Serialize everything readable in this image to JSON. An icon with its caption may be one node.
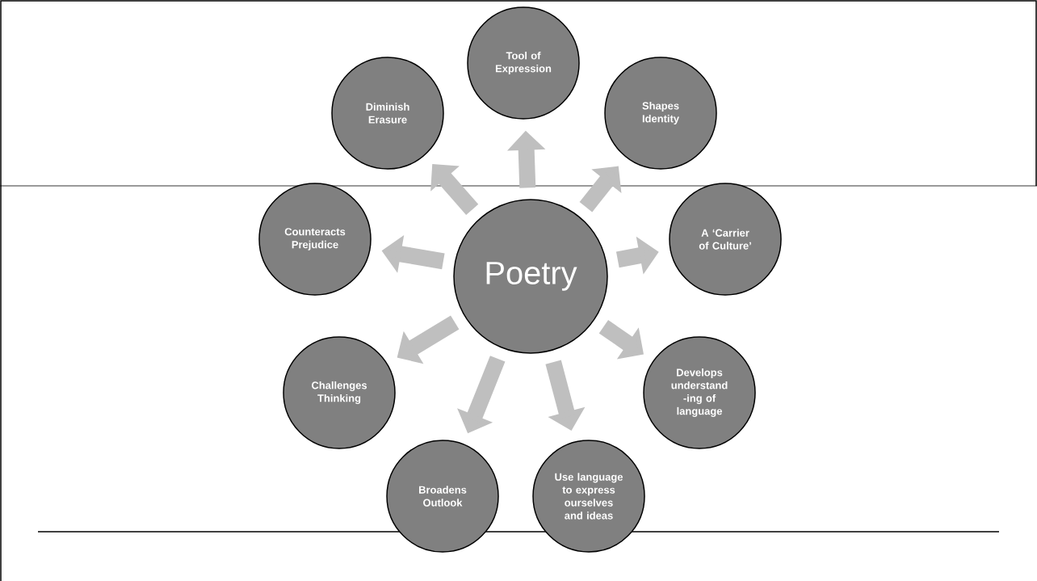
{
  "diagram": {
    "nodes": [
      {
        "text": [
          "Poetry"
        ]
      },
      {
        "text": [
          "Tool of Expression"
        ]
      },
      {
        "text": [
          "Shapes Identity"
        ]
      },
      {
        "text": [
          "A ‘Carrier of Culture’"
        ]
      },
      {
        "text": [
          "Develops understand -ing of language"
        ]
      },
      {
        "text": [
          "Use language to express ourselves and ideas"
        ]
      },
      {
        "text": [
          "Broadens Outlook"
        ]
      },
      {
        "text": [
          "Challenges Thinking"
        ]
      },
      {
        "text": [
          "Counteracts Prejudice"
        ]
      },
      {
        "text": [
          "Diminish Erasure"
        ]
      }
    ],
    "edges": [
      {
        "from": 0,
        "to": 1,
        "arrow": "to"
      },
      {
        "from": 0,
        "to": 2,
        "arrow": "to"
      },
      {
        "from": 0,
        "to": 3,
        "arrow": "to"
      },
      {
        "from": 0,
        "to": 4,
        "arrow": "to"
      },
      {
        "from": 0,
        "to": 5,
        "arrow": "to"
      },
      {
        "from": 0,
        "to": 6,
        "arrow": "to"
      },
      {
        "from": 0,
        "to": 7,
        "arrow": "to"
      },
      {
        "from": 0,
        "to": 8,
        "arrow": "to"
      },
      {
        "from": 0,
        "to": 9,
        "arrow": "to"
      }
    ]
  }
}
